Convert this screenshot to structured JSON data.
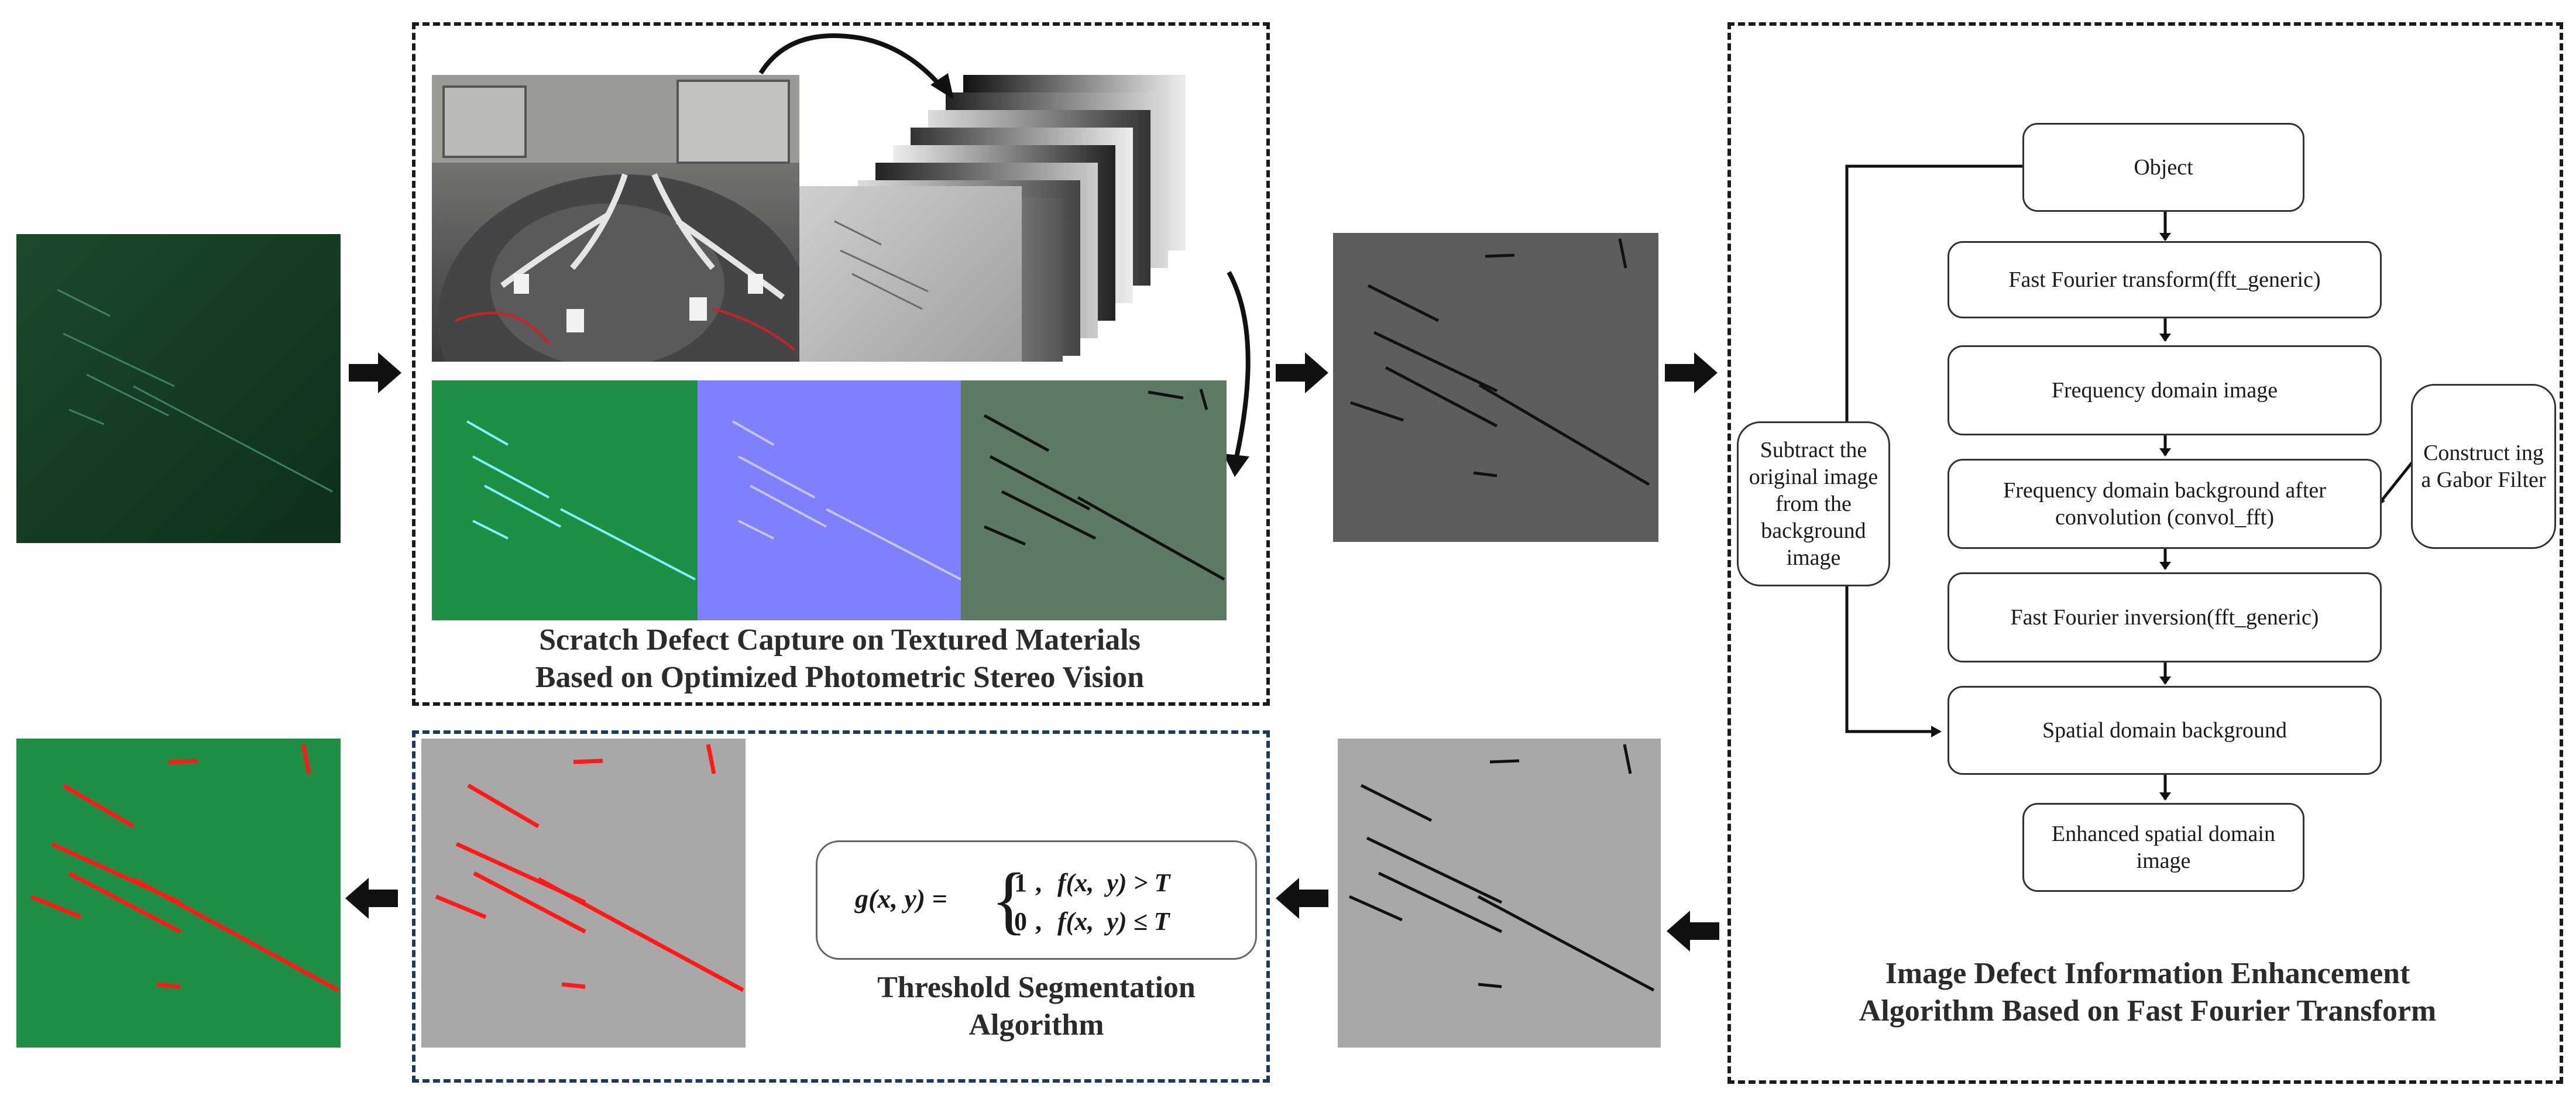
{
  "panels": {
    "stereo_caption_line1": "Scratch Defect Capture on Textured Materials",
    "stereo_caption_line2": "Based on Optimized Photometric Stereo Vision",
    "threshold_caption_line1": "Threshold Segmentation",
    "threshold_caption_line2": "Algorithm",
    "fft_caption_line1": "Image Defect Information Enhancement",
    "fft_caption_line2": "Algorithm Based on Fast Fourier Transform"
  },
  "flowchart": {
    "steps": [
      "Object",
      "Fast Fourier transform(fft_generic)",
      "Frequency domain image",
      "Frequency domain background after convolution (convol_fft)",
      "Fast Fourier inversion(fft_generic)",
      "Spatial domain background",
      "Enhanced spatial domain image"
    ],
    "side_left": "Subtract the original image from the background image",
    "side_right": "Construct ing a Gabor Filter"
  },
  "formula": {
    "lhs": "g(x,  y) =",
    "case1_value": "1",
    "case1_condition": "f(x,  y) > T",
    "case2_value": "0",
    "case2_condition": "f(x,  y) ≤ T"
  },
  "colors": {
    "dark_green": "#143b22",
    "green": "#1f8a3e",
    "blue_normal": "#8080ff",
    "gray_image": "#5d5d5d",
    "light_gray": "#a8a8a8",
    "red_defect": "#ff1a1a",
    "dashed_navy": "#1d3a5c"
  },
  "icons": [
    "right-arrow-icon",
    "left-arrow-icon",
    "curved-arrow-icon"
  ]
}
